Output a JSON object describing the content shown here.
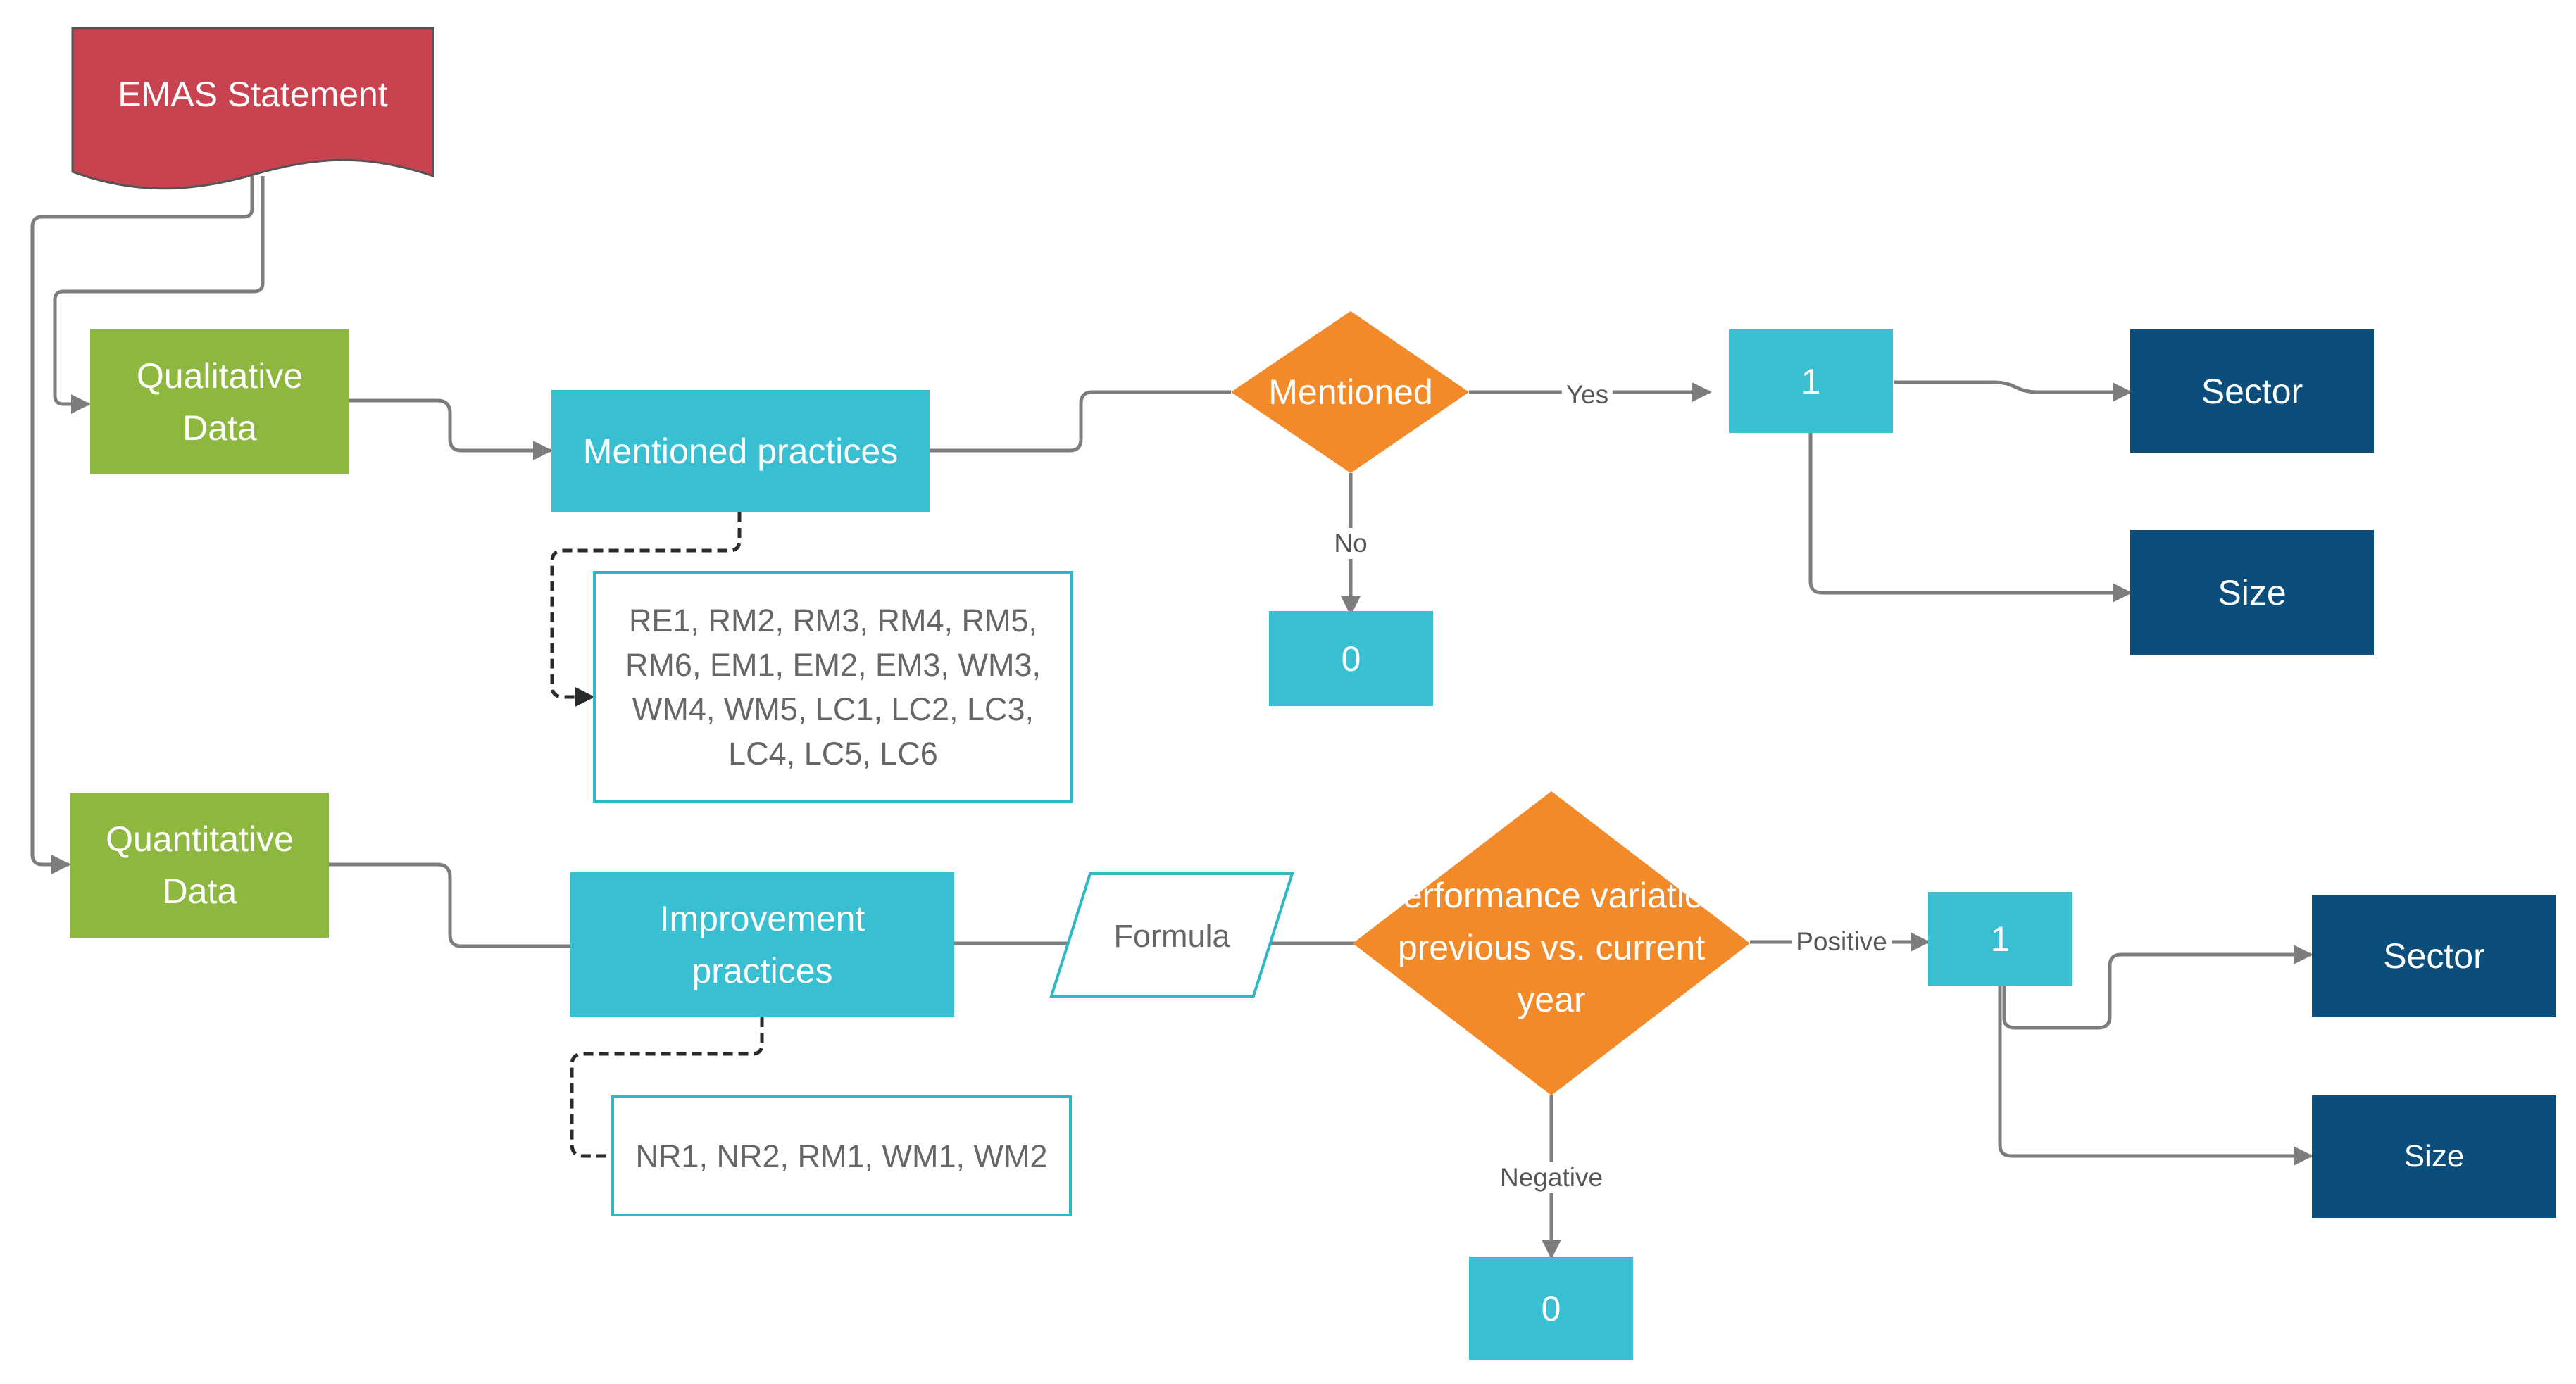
{
  "nodes": {
    "emas": "EMAS Statement",
    "qualitative": [
      "Qualitative",
      "Data"
    ],
    "quantitative": [
      "Quantitative",
      "Data"
    ],
    "mentioned_practices": "Mentioned practices",
    "mentioned_codes": [
      "RE1,  RM2, RM3, RM4, RM5,",
      "RM6, EM1, EM2, EM3, WM3,",
      "WM4, WM5, LC1, LC2, LC3,",
      "LC4, LC5, LC6"
    ],
    "improvement_practices": [
      "Improvement",
      "practices"
    ],
    "improvement_codes": "NR1, NR2, RM1, WM1, WM2",
    "formula": "Formula",
    "mentioned_decision": "Mentioned",
    "performance_decision": [
      "Performance",
      "variation previous vs.",
      "current year"
    ],
    "mentioned_yes_value": "1",
    "mentioned_no_value": "0",
    "performance_positive_value": "1",
    "performance_negative_value": "0",
    "sector_top": "Sector",
    "size_top": "Size",
    "sector_bottom": "Sector",
    "size_bottom": "Size"
  },
  "edge_labels": {
    "yes": "Yes",
    "no": "No",
    "positive": "Positive",
    "negative": "Negative"
  },
  "colors": {
    "document_red": "#c8424f",
    "green": "#8db73f",
    "cyan": "#38bfd2",
    "orange": "#f28a2a",
    "navy": "#0b4e7c",
    "connector_gray": "#7d7d7d"
  }
}
